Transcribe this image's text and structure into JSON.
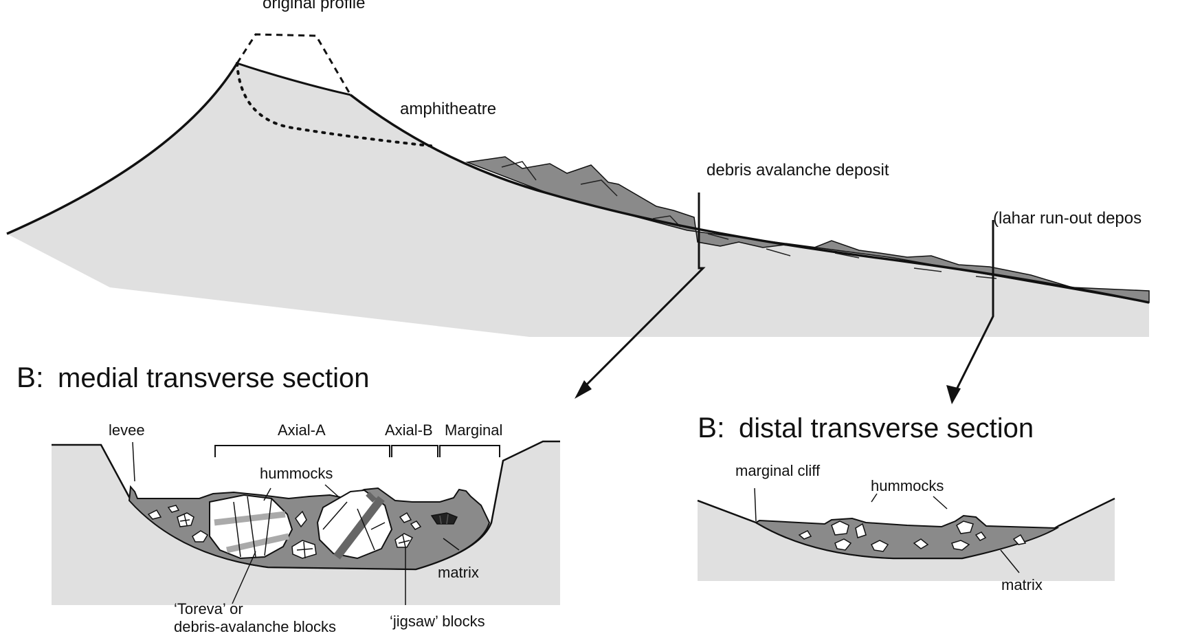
{
  "profile": {
    "original_profile_label": "original profile",
    "amphitheatre_label": "amphitheatre",
    "debris_avalanche_label": "debris avalanche deposit",
    "lahar_label": "(lahar run-out depos"
  },
  "medial_section": {
    "letter": "B:",
    "title": "medial transverse section",
    "levee_label": "levee",
    "axial_a_label": "Axial-A",
    "axial_b_label": "Axial-B",
    "marginal_label": "Marginal",
    "hummocks_label": "hummocks",
    "matrix_label": "matrix",
    "toreva_label_line1": "‘Toreva’ or",
    "toreva_label_line2": "debris-avalanche blocks",
    "jigsaw_label": "‘jigsaw’ blocks"
  },
  "distal_section": {
    "letter": "B:",
    "title": "distal transverse section",
    "marginal_cliff_label": "marginal cliff",
    "hummocks_label": "hummocks",
    "matrix_label": "matrix"
  },
  "colors": {
    "volcano_fill": "#e0e0e0",
    "deposit_fill": "#8a8a8a",
    "line": "#111111",
    "block_fill": "#ffffff"
  }
}
